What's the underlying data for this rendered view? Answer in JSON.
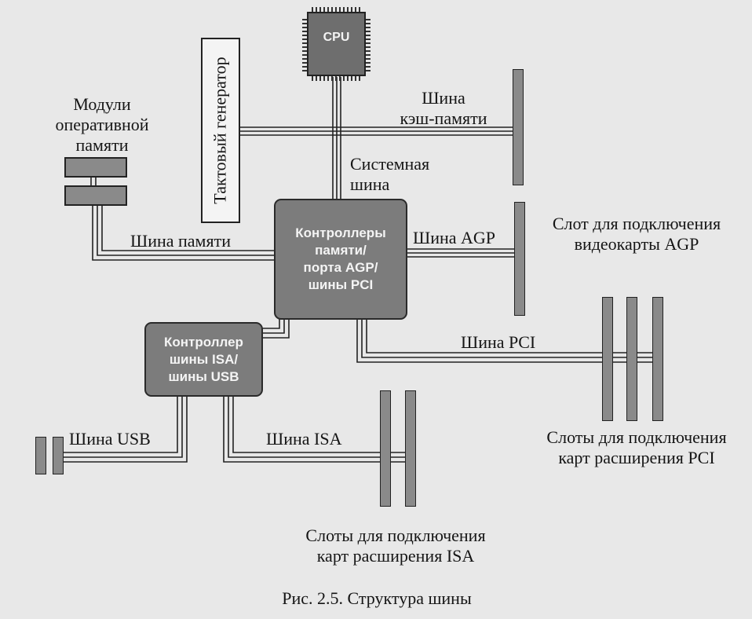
{
  "cpu": {
    "label": "CPU"
  },
  "clock_generator": {
    "label": "Тактовый генератор"
  },
  "ram": {
    "label": "Модули\nоперативной\nпамяти"
  },
  "north_bridge": {
    "label": "Контроллеры\nпамяти/\nпорта AGP/\nшины PCI"
  },
  "south_bridge": {
    "label": "Контроллер\nшины ISA/\nшины USB"
  },
  "buses": {
    "cache": "Шина\nкэш-памяти",
    "system": "Системная\nшина",
    "memory": "Шина памяти",
    "agp": "Шина AGP",
    "pci": "Шина PCI",
    "usb": "Шина USB",
    "isa": "Шина ISA"
  },
  "slots": {
    "agp": "Слот для подключения\nвидеокарты AGP",
    "pci": "Слоты для подключения\nкарт расширения PCI",
    "isa": "Слоты для подключения\nкарт расширения ISA"
  },
  "caption": "Рис. 2.5. Структура шины",
  "colors": {
    "chip": "#7c7c7c",
    "slot": "#8a8a8a",
    "wire": "#222222",
    "background": "#e8e8e8"
  }
}
